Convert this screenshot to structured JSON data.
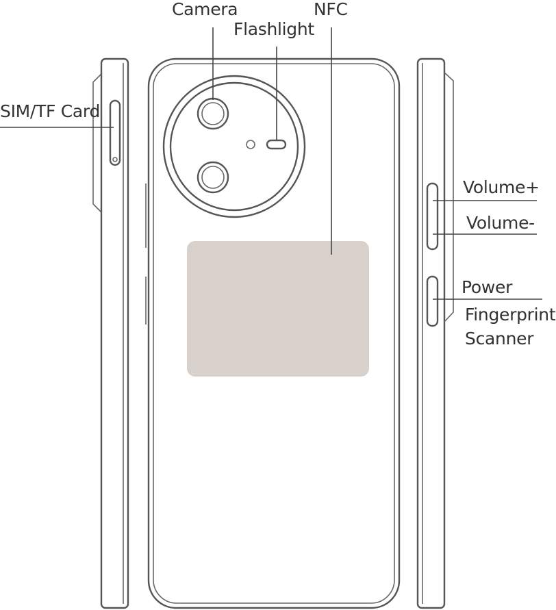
{
  "labels": {
    "camera": "Camera",
    "flashlight": "Flashlight",
    "nfc": "NFC",
    "sim_tf_card": "SIM/TF Card",
    "volume_up": "Volume+",
    "volume_down": "Volume-",
    "power": "Power",
    "fingerprint_line1": "Fingerprint",
    "fingerprint_line2": "Scanner"
  },
  "colors": {
    "outline": "#555555",
    "nfc_area": "#d8d0cb",
    "text": "#333333"
  }
}
